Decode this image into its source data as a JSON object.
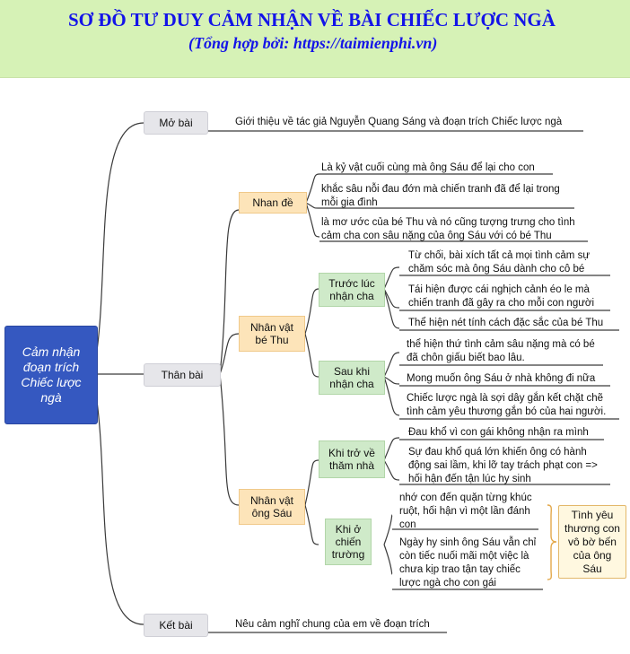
{
  "header": {
    "title": "SƠ ĐỒ TƯ DUY CẢM NHẬN VỀ BÀI CHIẾC LƯỢC NGÀ",
    "subtitle": "(Tổng hợp bởi: https://taimienphi.vn)"
  },
  "center": "Cảm nhận đoạn trích Chiếc lược ngà",
  "sections": {
    "mo_bai": {
      "label": "Mở bài",
      "text": "Giới thiệu về tác giả Nguyễn Quang Sáng và đoạn trích Chiếc lược ngà"
    },
    "than_bai": {
      "label": "Thân bài",
      "nhan_de": {
        "label": "Nhan đề",
        "items": [
          "Là kỷ vật cuối cùng mà ông Sáu để lại cho con",
          "khắc sâu nỗi đau đớn mà chiến tranh đã để lại trong mỗi gia đình",
          "là mơ ước của bé Thu và nó cũng tượng trưng cho tình cảm cha con sâu nặng của ông Sáu với có bé Thu"
        ]
      },
      "be_thu": {
        "label": "Nhân vật bé Thu",
        "truoc": {
          "label": "Trước lúc nhận cha",
          "items": [
            "Từ chối, bài xích tất cả mọi tình cảm sự chăm sóc mà ông Sáu dành cho cô bé",
            "Tái hiện được cái nghịch cảnh éo le mà chiến tranh đã gây ra cho mỗi con người",
            "Thể hiện nét tính cách đặc sắc của bé Thu"
          ]
        },
        "sau": {
          "label": "Sau khi nhận cha",
          "items": [
            "thể hiện thứ tình cảm sâu nặng mà có bé đã chôn giấu biết bao lâu.",
            "Mong muốn ông Sáu ở nhà không đi nữa",
            "Chiếc lược ngà là sợi dây gắn kết chặt chẽ tình cảm yêu thương gắn bó của hai người."
          ]
        }
      },
      "ong_sau": {
        "label": "Nhân vật ông Sáu",
        "tham_nha": {
          "label": "Khi trở về thăm nhà",
          "items": [
            "Đau khổ vì con gái không nhận ra mình",
            "Sự đau khổ quá lớn khiến ông có hành động sai lầm, khi lỡ tay trách phạt con => hối hận đến tận lúc hy sinh"
          ]
        },
        "chien_truong": {
          "label": "Khi ở chiến trường",
          "items": [
            "nhớ con đến quặn từng khúc ruột, hối hận vì một lần đánh con",
            "Ngày hy sinh ông Sáu vẫn chỉ còn tiếc nuối mãi một việc là chưa kịp trao tận tay chiếc lược ngà cho con gái"
          ]
        },
        "note": "Tình yêu thương con vô bờ bến của ông Sáu"
      }
    },
    "ket_bai": {
      "label": "Kết bài",
      "text": "Nêu cảm nghĩ chung của em về đoạn trích"
    }
  },
  "colors": {
    "title": "#1414e8",
    "header_bg": "#d6f2b6",
    "center_bg": "#3558c0",
    "section_bg": "#e6e6ea",
    "orange_bg": "#fde4b9",
    "green_bg": "#cfeac9",
    "connector": "#3a3a3a",
    "bracket": "#e3a84a"
  }
}
